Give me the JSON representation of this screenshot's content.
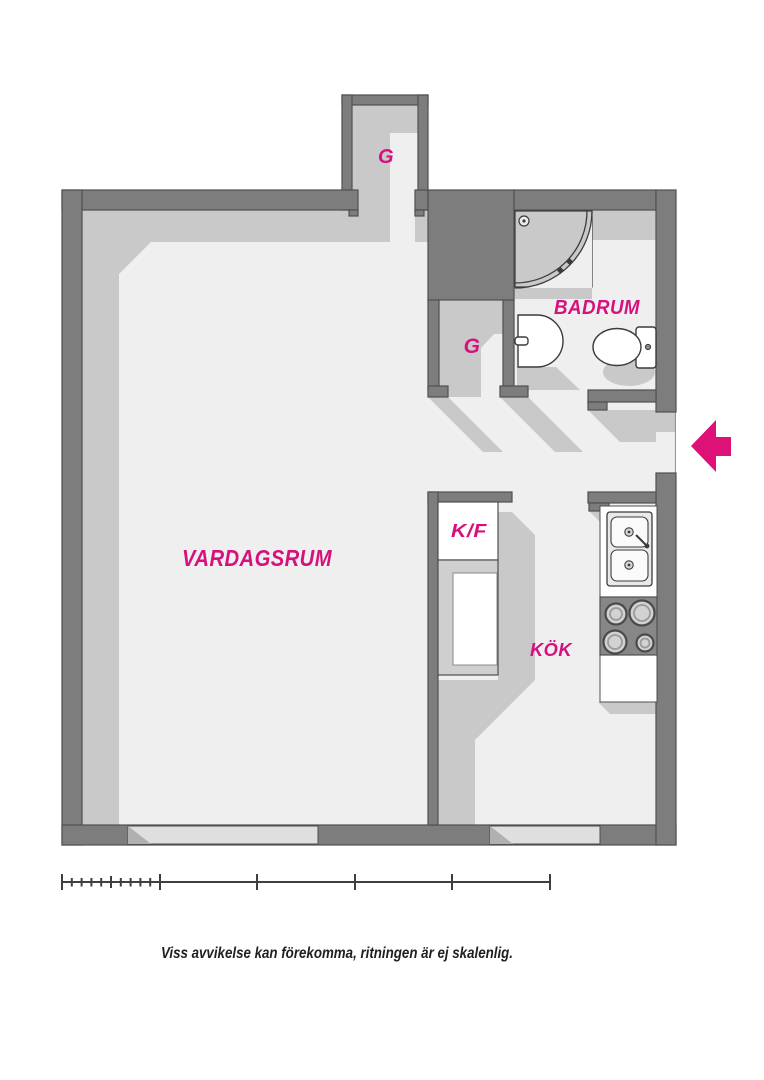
{
  "palette": {
    "wall": "#7d7d7d",
    "wall_outline": "#4f4f4f",
    "floor": "#efefef",
    "shadow": "#c9c9c9",
    "window_glass": "#dfdfdf",
    "window_notch": "#b0b0b0",
    "accent_pink": "#d6117d",
    "stove": "#878787",
    "background": "#ffffff"
  },
  "rooms": {
    "vardagsrum": {
      "label": "VARDAGSRUM"
    },
    "badrum": {
      "label": "BADRUM"
    },
    "kok": {
      "label": "KÖK"
    },
    "kf": {
      "label": "K/F"
    },
    "closet_top": {
      "label": "G"
    },
    "closet_middle": {
      "label": "G"
    }
  },
  "fixtures": {
    "bathroom": [
      "shower-cabin",
      "washbasin",
      "toilet"
    ],
    "kitchen": [
      "double-sink",
      "stove-4-burners",
      "countertop",
      "fridge-freezer"
    ]
  },
  "entrance": {
    "indicator": "arrow-left",
    "color": "#de1179"
  },
  "scale_bar": {
    "major_segments": 5,
    "first_segment_subdivisions": 10
  },
  "footer": {
    "disclaimer": "Viss avvikelse kan förekomma, ritningen är ej skalenlig."
  }
}
